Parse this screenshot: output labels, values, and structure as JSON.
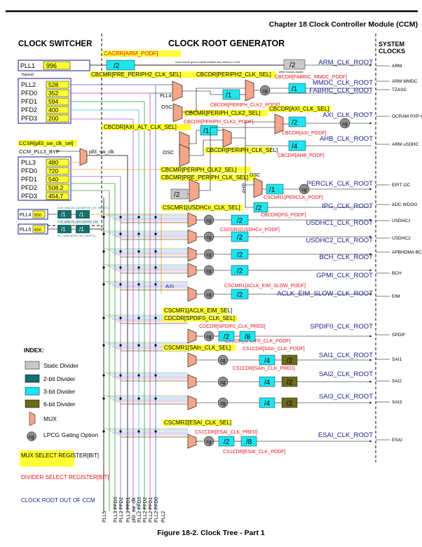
{
  "header": {
    "chapter": "Chapter 18 Clock Controller Module (CCM)"
  },
  "sections": {
    "switcher": "CLOCK SWITCHER",
    "generator": "CLOCK ROOT GENERATOR",
    "system_1": "SYSTEM",
    "system_2": "CLOCKS"
  },
  "switcher": {
    "pll1": {
      "name": "PLL1",
      "value": "996",
      "note": "*typical"
    },
    "group1": [
      {
        "name": "PLL2",
        "value": "528"
      },
      {
        "name": "PFD0",
        "value": "352"
      },
      {
        "name": "PFD1",
        "value": "594"
      },
      {
        "name": "PFD2",
        "value": "400"
      },
      {
        "name": "PFD3",
        "value": "200"
      }
    ],
    "ccsr": "CCSR[pll3_sw_clk_sel]",
    "byp": "CCM_PLL3_BYP",
    "sw_clk": "pll3_sw_clk",
    "group2": [
      {
        "name": "PLL3",
        "value": "480"
      },
      {
        "name": "PFD0",
        "value": "720"
      },
      {
        "name": "PFD1",
        "value": "540"
      },
      {
        "name": "PFD2",
        "value": "508.2"
      },
      {
        "name": "PFD3",
        "value": "454.7"
      }
    ],
    "pll4": {
      "name": "PLL4",
      "value": "650",
      "div1": "/1",
      "div2": "/1",
      "lbl_top": "CCM_ANALOG_AUDIO[POST_DIV_SELECT]",
      "lbl_bot": "CCM_ANALOG_MISC2[AUDIO_DIV]"
    },
    "pll5": {
      "name": "PLL5",
      "value": "650",
      "div1": "/1",
      "div2": "/1",
      "lbl_top": "CCM_ANALOG_MISC2[VIDEO_DIV]",
      "lbl_bot": "PLL_VIDEO[POST_DIV_SELECT]"
    }
  },
  "labels": {
    "cacrr": "CACRR[ARM_PODF]",
    "arm_note1": "clock source goes to ARM Domain and returns to CCM",
    "arm_note2": "ARM Domain divider",
    "cbcmr_pre2": "CBCMR[PRE_PERIPH2_CLK_SEL]",
    "cbcdr_p2sel": "CBCDR[PERIPH2_CLK_SEL]",
    "pll4_tag": "PLL4",
    "osc1": "OSC",
    "cbcmr_p2sel": "CBCMR[PERIPH_CLK2_SEL]",
    "cbcdr_axialt": "CBCDR[AXI_ALT_CLK_SEL]",
    "osc2": "OSC",
    "cbcdr_pclk2": "CBCDR[PERIPH_CLK2_PODF]",
    "cbcdr_pclk2b": "CBCDR[PERIPH_CLK2_PODF]",
    "cbcdr_fab": "CBCDR[FABRIC_MMDC_PODF]",
    "cbcdr_axisel": "CBCDR[AXI_CLK_SEL]",
    "cbcdr_axipodf": "CBCDR[AXI_PODF]",
    "cbcdr_periph": "CBCDR[PERIPH_CLK_SEL]",
    "cbcdr_ahb": "CBCDR[AHB_PODF]",
    "cbcmr_pclk2sel": "CBCMR[PERIPH_CLK2_SEL]",
    "cbcmr_preperiph": "CBCMR[PRE_PERIPH_CLK_SEL]",
    "osc3": "OSC",
    "ahb_tag": "AHB",
    "cscmr1_perclk": "CSCMR1[PERCLK_PODF]",
    "cbcdr_ipg": "CBCDR[IPG_PODF]",
    "cscmr1_usdhc_sel": "CSCMR1[USDHCn_CLK_SEL]",
    "cscdr1_usdhc": "CSCDR1[USDHCn_PODF]",
    "axi_tag": "AXI",
    "cscmr1_eim_podf": "CSCMR1[ACLK_EIM_SLOW_PODF]",
    "cscmr1_eim_sel": "CSCMR1[ACLK_EIM_SEL]",
    "cdcdr_spdif_sel": "CDCDR[SPDIF0_CLK_SEL]",
    "cdcdr_spdif_pred": "CDCDR[SPDIF0_CLK_PRED]",
    "cdcdr_spdif_podf": "CDCDR[SPDIF0_CLK_PODF]",
    "cscmr1_sai_sel": "CSCMR1[SAIn_CLK_SEL]",
    "cs1cdr_sai_podf": "CS1CDR[SAIn_CLK_PODF]",
    "cs1cdr_sai_pred": "CS1CDR[SAIn_CLK_PRED]",
    "cscmr2_esai": "CSCMR2[ESAI_CLK_SEL]",
    "cs1cdr_esai_pred": "CS1CDR[ESAI_CLK_PRED]",
    "cs1cdr_esai_podf": "CS1CDR[ESAI_CLK_PODF]"
  },
  "dividers": {
    "arm": "/2",
    "fab": "/1",
    "mmdc": "/1",
    "p2": "/1",
    "axi": "/2",
    "pclk2": "/1",
    "ahb": "/4",
    "static": "/2",
    "perclk": "/1",
    "ipg": "/2",
    "usdhc1": "/2",
    "usdhc2": "/2",
    "bch": "/2",
    "gpmi": "/2",
    "eim": "/2",
    "spdif_a": "/2",
    "spdif_b": "/8",
    "sai1_a": "/4",
    "sai1_b": "/2",
    "sai2_a": "/4",
    "sai2_b": "/2",
    "sai3_a": "/4",
    "sai3_b": "/2",
    "esai_a": "/2",
    "esai_b": "/8"
  },
  "gate": "cg",
  "roots": [
    {
      "name": "ARM_CLK_ROOT",
      "sys": "ARM"
    },
    {
      "name": "MMDC_CLK_ROOT",
      "sys": "ARM MMDC"
    },
    {
      "name": "FABRIC_CLK_ROOT",
      "sys": "TZASC"
    },
    {
      "name": "AXI_CLK_ROOT",
      "sys": "OCRAM PXP CSI"
    },
    {
      "name": "AHB_CLK_ROOT",
      "sys": "ARM uSDHC"
    },
    {
      "name": "PERCLK_CLK_ROOT",
      "sys": "EPIT I2C"
    },
    {
      "name": "IPG_CLK_ROOT",
      "sys": "ADC WDOG"
    },
    {
      "name": "USDHC1_CLK_ROOT",
      "sys": "USDHC1"
    },
    {
      "name": "USDHC2_CLK_ROOT",
      "sys": "USDHC2"
    },
    {
      "name": "BCH_CLK_ROOT",
      "sys": "APBHDMA BCH"
    },
    {
      "name": "GPMI_CLK_ROOT",
      "sys": "BCH"
    },
    {
      "name": "ACLK_EIM_SLOW_CLK_ROOT",
      "sys": "EIM"
    },
    {
      "name": "SPDIF0_CLK_ROOT",
      "sys": "SPDIF"
    },
    {
      "name": "SAI1_CLK_ROOT",
      "sys": "SAI1"
    },
    {
      "name": "SAI2_CLK_ROOT",
      "sys": "SAI2"
    },
    {
      "name": "SAI3_CLK_ROOT",
      "sys": "SAI3"
    },
    {
      "name": "ESAI_CLK_ROOT",
      "sys": "ESAI"
    }
  ],
  "legend": {
    "title": "INDEX:",
    "static": "Static Divider",
    "two_bit": "2-bit Divider",
    "three_bit": "3-bit Divider",
    "six_bit": "6-bit Divider",
    "mux": "MUX",
    "lpcg": "LPCG Gating Option",
    "mux_sel": "MUX SELECT REGISTER[BIT]",
    "div_sel": "DIVIDER SELECT REGISTER[BIT]",
    "root_out": "CLOCK ROOT OUT OF CCM"
  },
  "bottom_labels": [
    "PLL5",
    "PLL3 PFD3",
    "PLL3 PFD2",
    "PLL3 PFD1",
    "pll3_sw_clk",
    "PLL2 PFD3",
    "PLL2 PFD2",
    "PLL2 PFD1",
    "PLL2 PFD0",
    "PLL2"
  ],
  "caption": "Figure 18-2. Clock Tree - Part 1",
  "colors": {
    "mux": "#f4a58a",
    "static": "#c8c8c8",
    "two_bit": "#176e6e",
    "three_bit": "#1ce6f0",
    "six_bit": "#6b6b1e",
    "gate": "#8e8e8e",
    "reg_yellow": "#ffff33",
    "reg_red": "#e8121b",
    "root_blue": "#1a1a8c"
  }
}
